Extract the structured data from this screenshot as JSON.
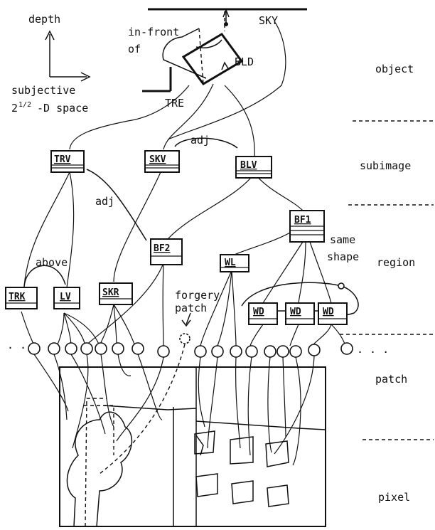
{
  "axes": {
    "depth": "depth",
    "caption_line1": "subjective",
    "caption_line2_prefix": "2",
    "caption_line2_fraction": "1/2",
    "caption_line2_suffix": "-D space"
  },
  "object_scene": {
    "in_front": "in-front",
    "of": "of",
    "sky": "SKY",
    "bld": "BLD",
    "tre": "TRE"
  },
  "levels": {
    "object": "object",
    "subimage": "subimage",
    "region": "region",
    "patch": "patch",
    "pixel": "pixel"
  },
  "relations": {
    "adj_top": "adj",
    "adj_left": "adj",
    "above": "above",
    "same_shape_1": "same",
    "same_shape_2": "shape",
    "forgery_1": "forgery",
    "forgery_2": "patch"
  },
  "nodes": {
    "trv": "TRV",
    "skv": "SKV",
    "blv": "BLV",
    "bf1": "BF1",
    "bf2": "BF2",
    "wl": "WL",
    "trk": "TRK",
    "lv": "LV",
    "skr": "SKR",
    "wd1": "WD",
    "wd2": "WD",
    "wd3": "WD"
  },
  "dots": {
    "left": "· ·",
    "right": "· · ·"
  }
}
